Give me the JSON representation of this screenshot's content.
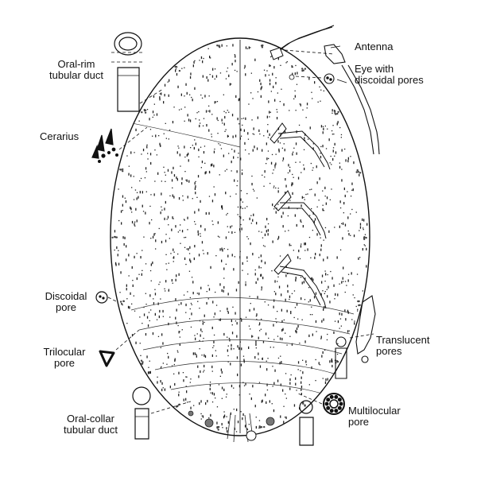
{
  "labels": {
    "antenna": "Antenna",
    "eye": "Eye with\ndiscoidal pores",
    "oral_rim": "Oral-rim\ntubular duct",
    "cerarius": "Cerarius",
    "discoidal_pore": "Discoidal\npore",
    "trilocular_pore": "Trilocular\npore",
    "translucent_pores": "Translucent\npores",
    "oral_collar": "Oral-collar\ntubular duct",
    "multilocular_pore": "Multilocular\npore"
  },
  "colors": {
    "ink": "#111111",
    "paper": "#ffffff"
  }
}
